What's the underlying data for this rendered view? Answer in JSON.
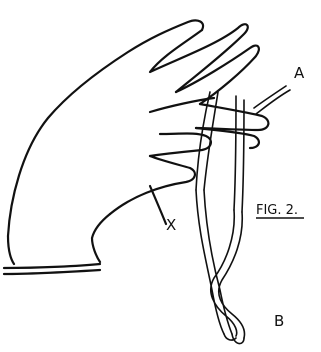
{
  "figure": {
    "caption": "FIG. 2.",
    "labels": {
      "a": "A",
      "b": "B",
      "x": "X"
    },
    "subject_icon": "hand-with-string-icon"
  }
}
